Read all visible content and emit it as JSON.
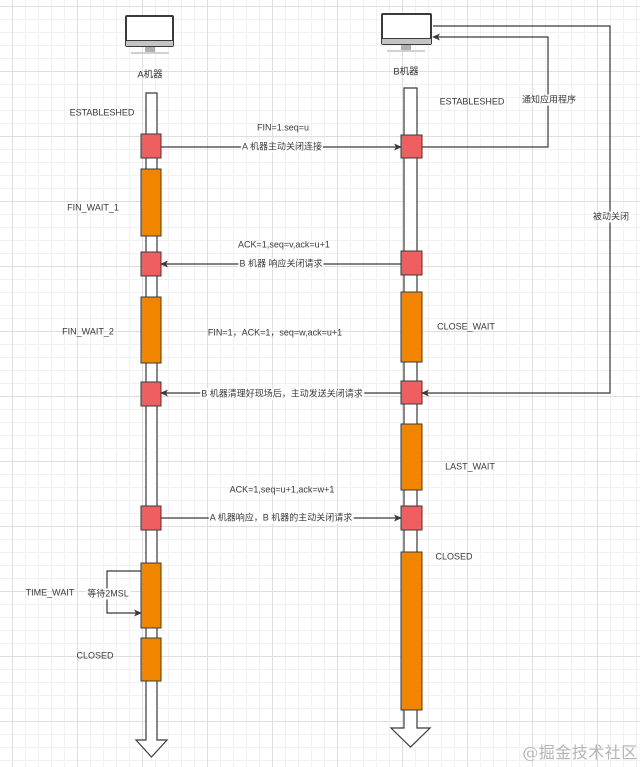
{
  "diagram": {
    "title_implied": "TCP four-way handshake (connection close)",
    "nodes": {
      "a": {
        "label": "A机器",
        "icon": "computer-icon"
      },
      "b": {
        "label": "B机器",
        "icon": "computer-icon"
      }
    },
    "states_a": {
      "established": "ESTABLESHED",
      "fin_wait_1": "FIN_WAIT_1",
      "fin_wait_2": "FIN_WAIT_2",
      "time_wait": "TIME_WAIT",
      "closed": "CLOSED"
    },
    "states_b": {
      "established": "ESTABLESHED",
      "close_wait": "CLOSE_WAIT",
      "last_wait": "LAST_WAIT",
      "closed": "CLOSED"
    },
    "messages": [
      {
        "header": "FIN=1.seq=u",
        "desc": "A 机器主动关闭连接",
        "from": "A",
        "to": "B"
      },
      {
        "header": "ACK=1,seq=v,ack=u+1",
        "desc": "B 机器 响应关闭请求",
        "from": "B",
        "to": "A"
      },
      {
        "header": "FIN=1，ACK=1，seq=w,ack=u+1",
        "desc": "B 机器清理好现场后，主动发送关闭请求",
        "from": "B",
        "to": "A"
      },
      {
        "header": "ACK=1,seq=u+1,ack=w+1",
        "desc": "A 机器响应，B 机器的主动关闭请求",
        "from": "A",
        "to": "B"
      }
    ],
    "side_notes": {
      "notify_app": "通知应用程序",
      "passive_close": "被动关闭",
      "wait_2msl": "等待2MSL"
    },
    "colors": {
      "event_block": "#ef5f5f",
      "state_block": "#f28500",
      "block_border": "#3a3a3a",
      "line": "#3a3a3a",
      "text": "#3a3a3a",
      "watermark": "#b5b5b5"
    }
  },
  "watermark": "@掘金技术社区"
}
